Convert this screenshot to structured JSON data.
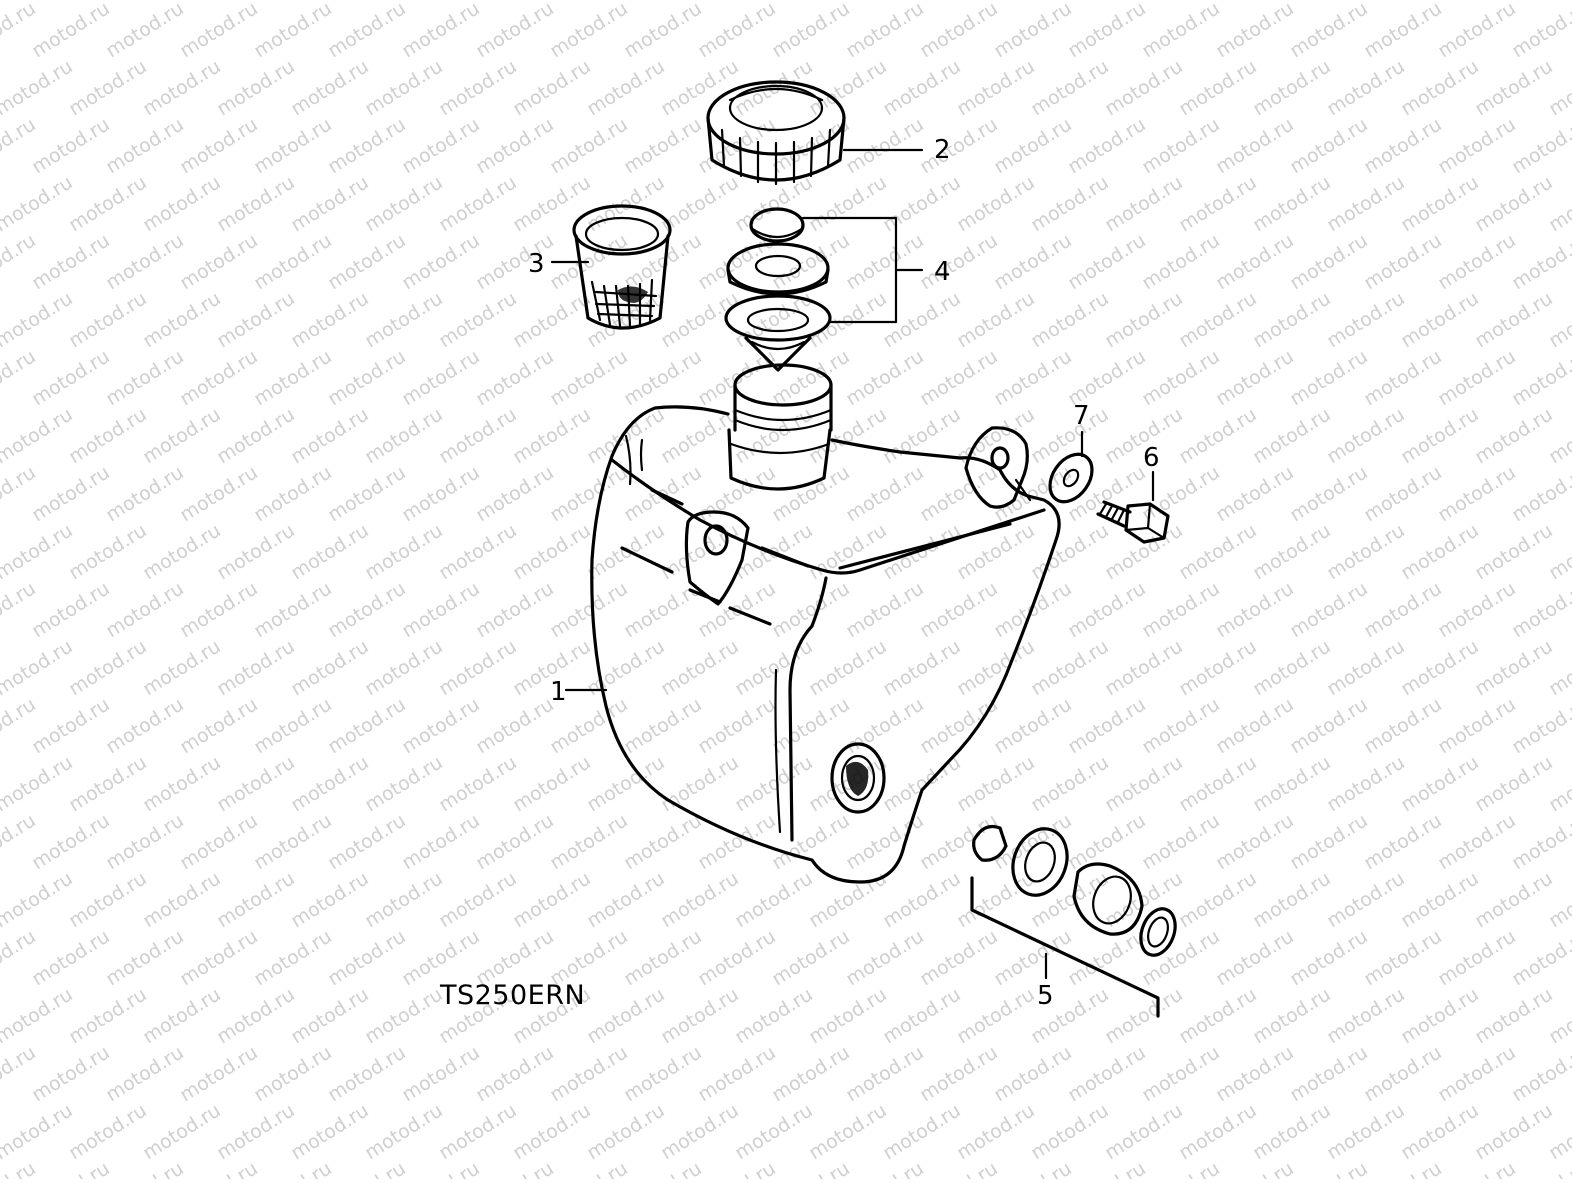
{
  "diagram": {
    "model_code": "TS250ERN",
    "watermark_text": "motod.ru",
    "callouts": [
      {
        "id": "1",
        "label": "1",
        "part": "oil-tank"
      },
      {
        "id": "2",
        "label": "2",
        "part": "tank-cap"
      },
      {
        "id": "3",
        "label": "3",
        "part": "oil-filter-strainer"
      },
      {
        "id": "4",
        "label": "4",
        "part": "cap-gasket-set"
      },
      {
        "id": "5",
        "label": "5",
        "part": "drain-fitting-set"
      },
      {
        "id": "6",
        "label": "6",
        "part": "mounting-bolt"
      },
      {
        "id": "7",
        "label": "7",
        "part": "washer"
      }
    ]
  }
}
